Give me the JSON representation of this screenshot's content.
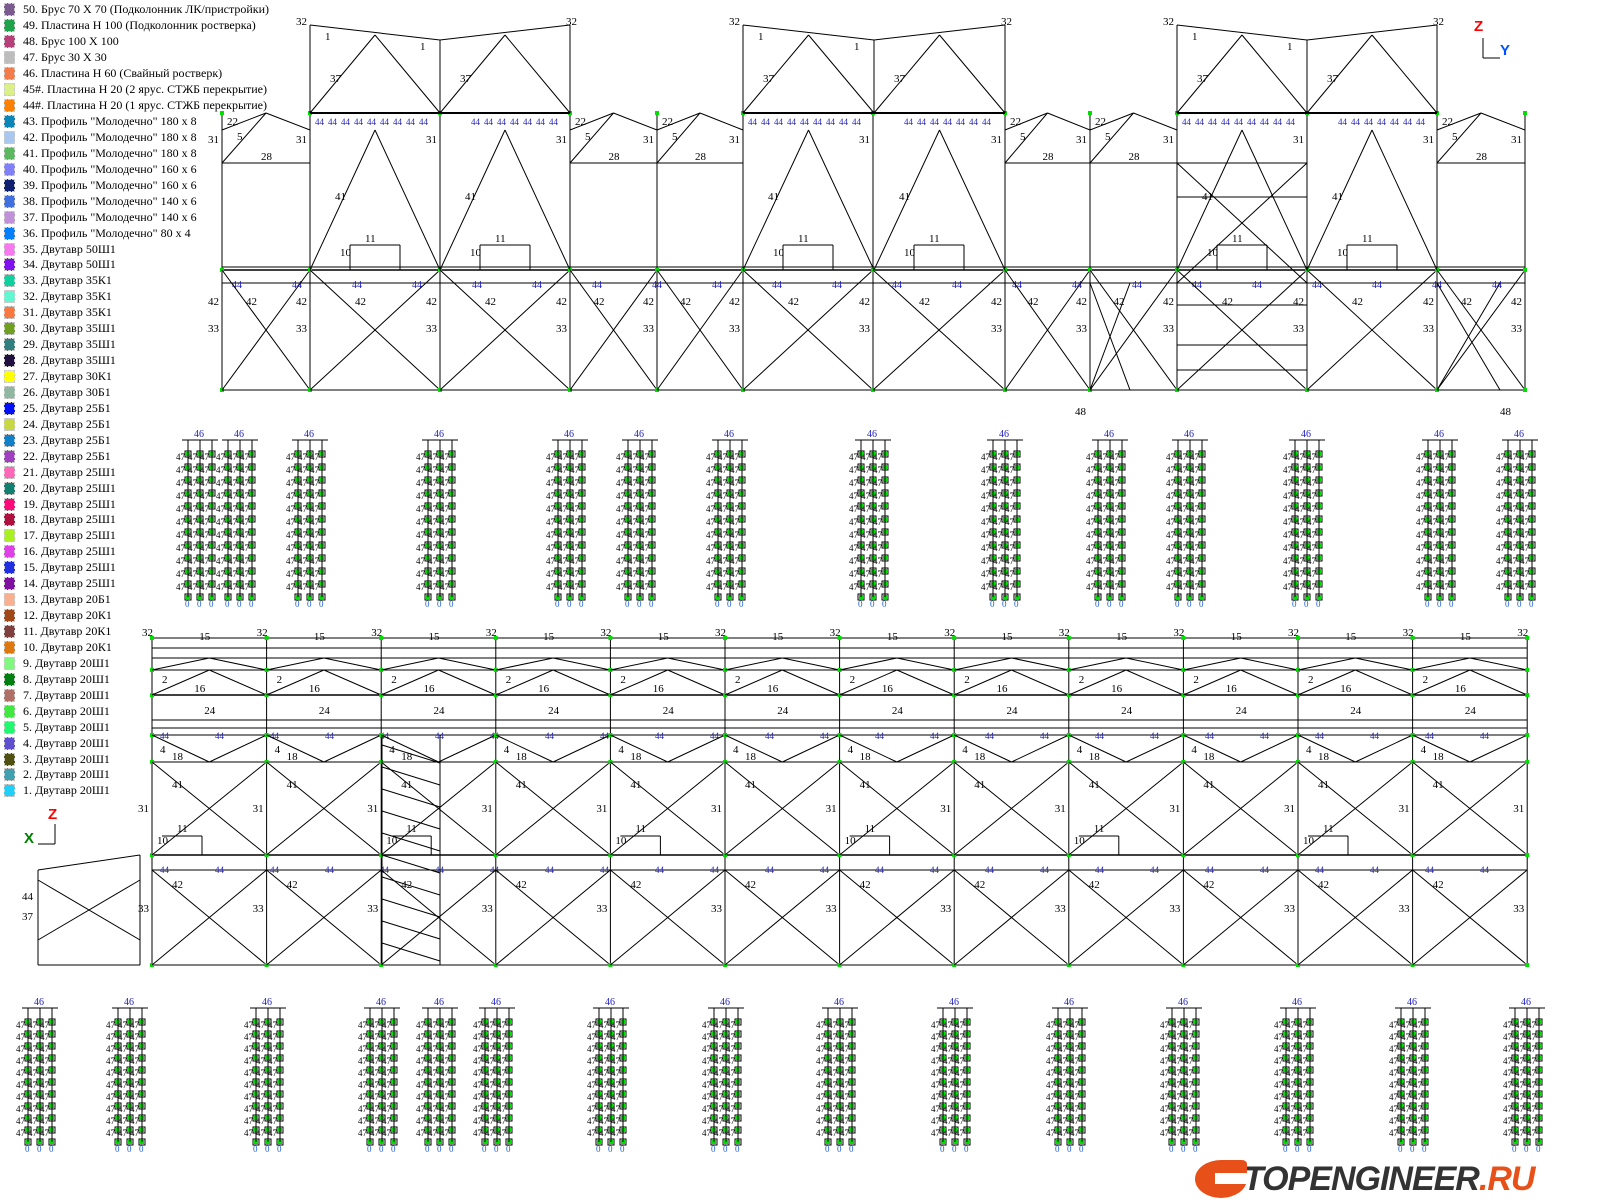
{
  "legend": [
    {
      "label": "50. Брус 70 X 70 (Подколонник ЛК/пристройки)",
      "color": "#7b5a8f"
    },
    {
      "label": "49. Пластина  H 100 (Подколонник ростверка)",
      "color": "#1ea34a"
    },
    {
      "label": "48. Брус 100 X 100",
      "color": "#b8407a"
    },
    {
      "label": "47. Брус 30 X 30",
      "color": "#bdbdbd"
    },
    {
      "label": "46. Пластина  H 60 (Свайный ростверк)",
      "color": "#f47c4a"
    },
    {
      "label": "45#. Пластина  H 20 (2 ярус. СТЖБ перекрытие)",
      "color": "#dcf08a"
    },
    {
      "label": "44#. Пластина  H 20 (1 ярус. СТЖБ перекрытие)",
      "color": "#ff7f00"
    },
    {
      "label": "43. Профиль \"Молодечно\" 180 x 8",
      "color": "#0a86b8"
    },
    {
      "label": "42. Профиль \"Молодечно\" 180 x 8",
      "color": "#a8c8f0"
    },
    {
      "label": "41. Профиль \"Молодечно\" 180 x 8",
      "color": "#5cb860"
    },
    {
      "label": "40. Профиль \"Молодечно\" 160 x 6",
      "color": "#8080f8"
    },
    {
      "label": "39. Профиль \"Молодечно\" 160 x 6",
      "color": "#102070"
    },
    {
      "label": "38. Профиль \"Молодечно\" 140 x 6",
      "color": "#4070e0"
    },
    {
      "label": "37. Профиль \"Молодечно\" 140 x 6",
      "color": "#c090d8"
    },
    {
      "label": "36. Профиль \"Молодечно\" 80 x 4",
      "color": "#0080ff"
    },
    {
      "label": "35. Двутавр 50Ш1",
      "color": "#f878f0"
    },
    {
      "label": "34. Двутавр 50Ш1",
      "color": "#8010f0"
    },
    {
      "label": "33. Двутавр 35К1",
      "color": "#10d0a0"
    },
    {
      "label": "32. Двутавр 35К1",
      "color": "#60f8d0"
    },
    {
      "label": "31. Двутавр 35К1",
      "color": "#f87840"
    },
    {
      "label": "30. Двутавр 35Ш1",
      "color": "#70a020"
    },
    {
      "label": "29. Двутавр 35Ш1",
      "color": "#308080"
    },
    {
      "label": "28. Двутавр 35Ш1",
      "color": "#201040"
    },
    {
      "label": "27. Двутавр 30К1",
      "color": "#ffff00"
    },
    {
      "label": "26. Двутавр 30Б1",
      "color": "#90b8a0"
    },
    {
      "label": "25. Двутавр 25Б1",
      "color": "#0010f8"
    },
    {
      "label": "24. Двутавр 25Б1",
      "color": "#c8d840"
    },
    {
      "label": "23. Двутавр 25Б1",
      "color": "#1080c8"
    },
    {
      "label": "22. Двутавр 25Б1",
      "color": "#a040c0"
    },
    {
      "label": "21. Двутавр 25Ш1",
      "color": "#ff68b8"
    },
    {
      "label": "20. Двутавр 25Ш1",
      "color": "#108070"
    },
    {
      "label": "19. Двутавр 25Ш1",
      "color": "#ff0878"
    },
    {
      "label": "18. Двутавр 25Ш1",
      "color": "#b01040"
    },
    {
      "label": "17. Двутавр 25Ш1",
      "color": "#a8f020"
    },
    {
      "label": "16. Двутавр 25Ш1",
      "color": "#e040e8"
    },
    {
      "label": "15. Двутавр 25Ш1",
      "color": "#2030e0"
    },
    {
      "label": "14. Двутавр 25Ш1",
      "color": "#8010a0"
    },
    {
      "label": "13. Двутавр 20Б1",
      "color": "#f8b090"
    },
    {
      "label": "12. Двутавр 20К1",
      "color": "#a04818"
    },
    {
      "label": "11. Двутавр 20К1",
      "color": "#804040"
    },
    {
      "label": "10. Двутавр 20К1",
      "color": "#e07810"
    },
    {
      "label": "9. Двутавр 20Ш1",
      "color": "#80f880"
    },
    {
      "label": "8. Двутавр 20Ш1",
      "color": "#008010"
    },
    {
      "label": "7. Двутавр 20Ш1",
      "color": "#b07068"
    },
    {
      "label": "6. Двутавр 20Ш1",
      "color": "#40e840"
    },
    {
      "label": "5. Двутавр 20Ш1",
      "color": "#20f870"
    },
    {
      "label": "4. Двутавр 20Ш1",
      "color": "#6050d0"
    },
    {
      "label": "3. Двутавр 20Ш1",
      "color": "#505010"
    },
    {
      "label": "2. Двутавр 20Ш1",
      "color": "#40a0b0"
    },
    {
      "label": "1. Двутавр 20Ш1",
      "color": "#20d0f8"
    }
  ],
  "axes_top": {
    "z": "Z",
    "y": "Y",
    "z_color": "#ff0000",
    "y_color": "#0050ff"
  },
  "axes_bottom": {
    "z": "Z",
    "x": "X",
    "z_color": "#ff0000",
    "x_color": "#008000"
  },
  "member_labels": {
    "column": "31",
    "upper_brace": "41",
    "lower_brace": "42",
    "lower_column": "33",
    "floor_beam": "44",
    "roof_truss": "37",
    "roof_chord": "1",
    "purlin": "32",
    "canopy": "28",
    "canopy_brace": "5",
    "eave": "22",
    "bay_beam": "11",
    "bay_post": "10",
    "pile": "47",
    "pile_base": "0",
    "pile_cap": "46",
    "base_col": "48",
    "top_chord": "15",
    "mid_beam": "16",
    "mid_brace": "2",
    "strip": "24",
    "lower_bay": "18",
    "lower_diag": "4"
  },
  "colors": {
    "node": "#00e000",
    "line": "#000000",
    "floor_label": "#2020c0"
  },
  "watermark": {
    "main": "TOPENGINEER",
    "suffix": ".RU",
    "main_color": "#333333",
    "suffix_color": "#e8501a"
  }
}
